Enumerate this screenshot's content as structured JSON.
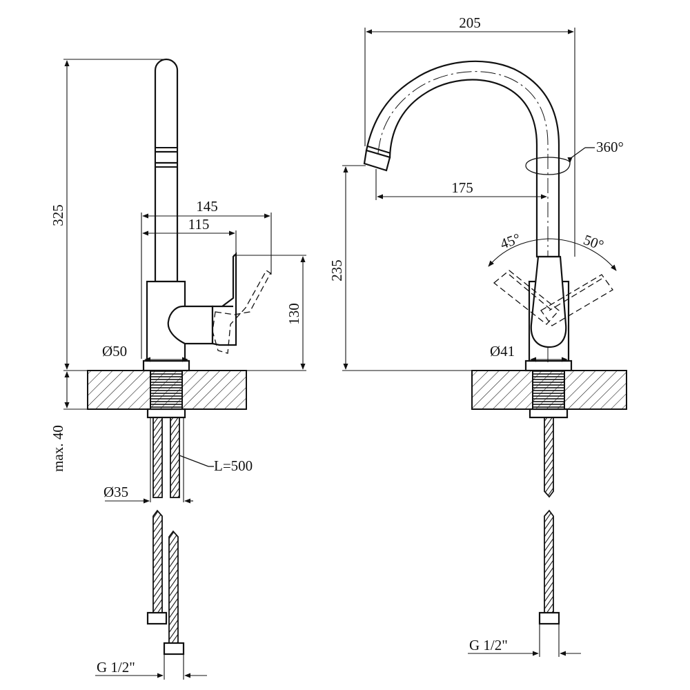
{
  "diagram": {
    "side_view": {
      "height_label": "325",
      "lever_reach_label": "145",
      "body_reach_label": "115",
      "lever_height_label": "130",
      "base_diameter_label": "Ø50",
      "max_thickness_label": "max. 40",
      "hose_length_label": "L=500",
      "shank_diameter_label": "Ø35",
      "connector_label": "G 1/2\""
    },
    "front_view": {
      "width_label": "205",
      "spout_reach_label": "175",
      "spout_height_label": "235",
      "rotation_label": "360°",
      "left_angle_label": "45°",
      "right_angle_label": "50°",
      "base_diameter_label": "Ø41",
      "connector_label": "G 1/2\""
    }
  }
}
